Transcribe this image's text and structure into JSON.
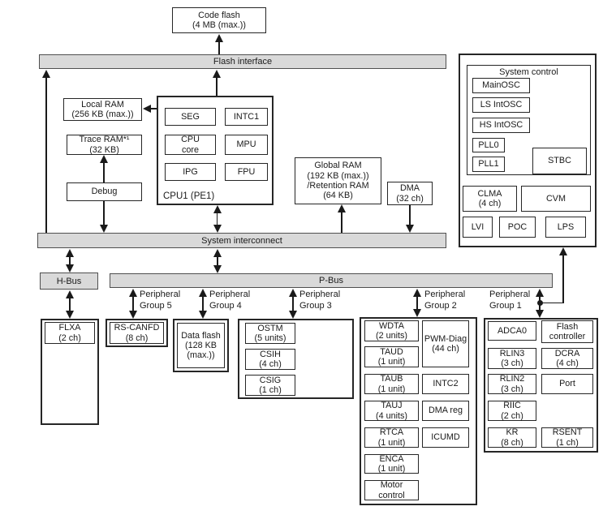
{
  "memory": {
    "code_flash": "Code flash\n(4 MB (max.))",
    "local_ram": "Local RAM\n(256 KB (max.))",
    "trace_ram": "Trace RAM*¹\n(32 KB)",
    "debug": "Debug",
    "global_ram": "Global RAM\n(192 KB (max.))\n/Retention RAM\n(64 KB)",
    "dma": "DMA\n(32 ch)"
  },
  "buses": {
    "flash_interface": "Flash interface",
    "system_interconnect": "System interconnect",
    "h_bus": "H-Bus",
    "p_bus": "P-Bus"
  },
  "cpu1": {
    "label": "CPU1 (PE1)",
    "seg": "SEG",
    "intc1": "INTC1",
    "cpu_core": "CPU\ncore",
    "mpu": "MPU",
    "ipg": "IPG",
    "fpu": "FPU"
  },
  "system_control": {
    "title": "System control",
    "mainosc": "MainOSC",
    "ls_intosc": "LS IntOSC",
    "hs_intosc": "HS IntOSC",
    "pll0": "PLL0",
    "pll1": "PLL1",
    "stbc": "STBC",
    "clma": "CLMA\n(4 ch)",
    "cvm": "CVM",
    "lvi": "LVI",
    "poc": "POC",
    "lps": "LPS"
  },
  "group_labels": {
    "g5": "Peripheral\nGroup 5",
    "g4": "Peripheral\nGroup 4",
    "g3": "Peripheral\nGroup 3",
    "g2": "Peripheral\nGroup 2",
    "g1": "Peripheral\nGroup 1"
  },
  "peripherals": {
    "flxa": "FLXA\n(2 ch)",
    "rs_canfd": "RS-CANFD\n(8 ch)",
    "data_flash": "Data flash\n(128 KB\n(max.))",
    "ostm": "OSTM\n(5 units)",
    "csih": "CSIH\n(4 ch)",
    "csig": "CSIG\n(1 ch)",
    "wdta": "WDTA\n(2 units)",
    "taud": "TAUD\n(1 unit)",
    "taub": "TAUB\n(1 unit)",
    "tauj": "TAUJ\n(4 units)",
    "rtca": "RTCA\n(1 unit)",
    "enca": "ENCA\n(1 unit)",
    "motor_control": "Motor\ncontrol",
    "pwm_diag": "PWM-Diag\n(44 ch)",
    "intc2": "INTC2",
    "dma_reg": "DMA reg",
    "icumd": "ICUMD",
    "adca0": "ADCA0",
    "rlin3": "RLIN3\n(3 ch)",
    "rlin2": "RLIN2\n(3 ch)",
    "riic": "RIIC\n(2 ch)",
    "kr": "KR\n(8 ch)",
    "flash_controller": "Flash\ncontroller",
    "dcra": "DCRA\n(4 ch)",
    "port": "Port",
    "rsent": "RSENT\n(1 ch)"
  },
  "colors": {
    "bar_fill": "#d9d9d9",
    "line": "#1a1a1a"
  }
}
